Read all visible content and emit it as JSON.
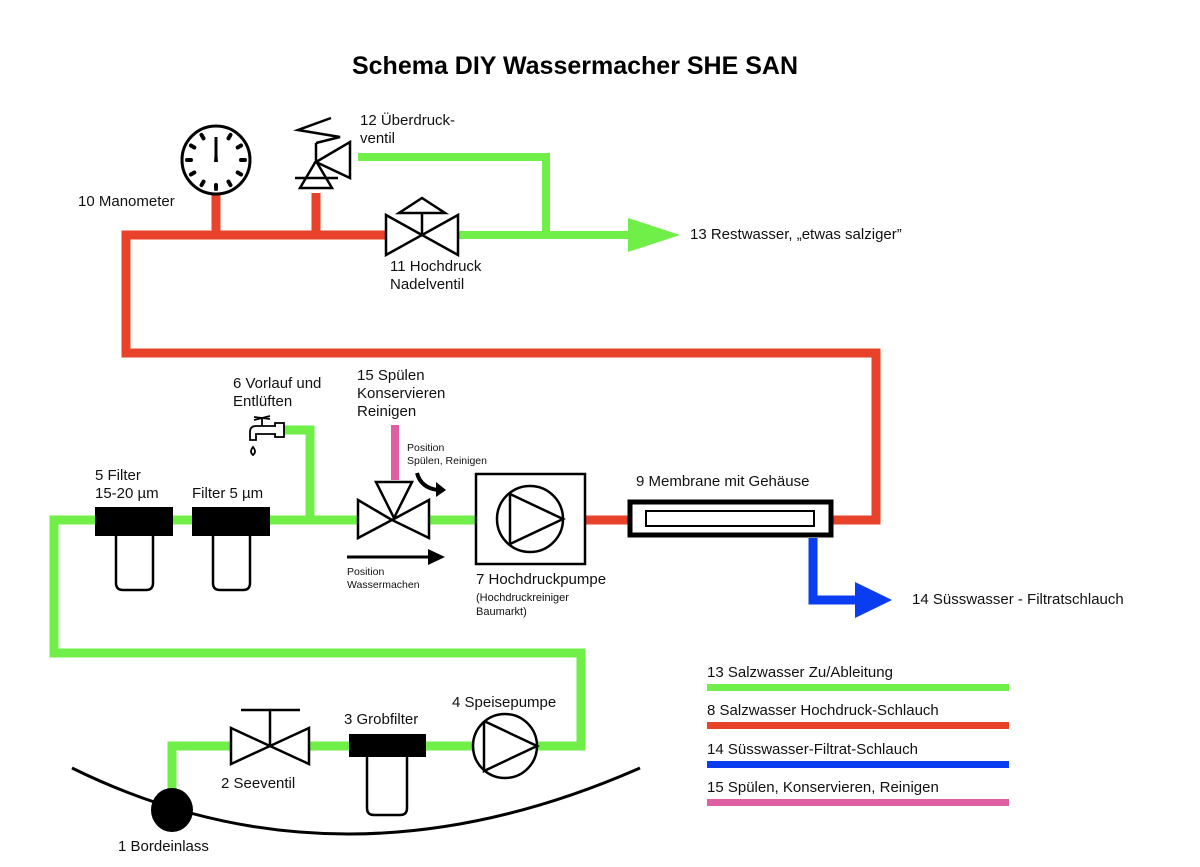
{
  "title": "Schema DIY Wassermacher SHE SAN",
  "colors": {
    "salt_water_line": "#6fef47",
    "high_pressure_line": "#e8432a",
    "fresh_water_line": "#0a3cf0",
    "rinse_line": "#e05fa3",
    "symbol": "#000000"
  },
  "components": {
    "bordeinlass": "1 Bordeinlass",
    "seeventil": "2 Seeventil",
    "grobfilter": "3 Grobfilter",
    "speisepumpe": "4 Speisepumpe",
    "filter_1": "5 Filter\n15-20 µm",
    "filter_2": "Filter 5 µm",
    "vorlauf": "6 Vorlauf und\nEntlüften",
    "hochdruckpumpe": "7 Hochdruckpumpe",
    "hochdruckpumpe_note": "(Hochdruckreiniger\nBaumarkt)",
    "membrane": "9 Membrane mit Gehäuse",
    "manometer": "10 Manometer",
    "nadelventil": "11 Hochdruck\nNadelventil",
    "ueberdruckventil": "12 Überdruck-\nventil",
    "restwasser": "13 Restwasser, „etwas salziger”",
    "suesswasser": "14 Süsswasser - Filtratschlauch",
    "spuelen": "15 Spülen\nKonservieren\nReinigen",
    "position_spuelen": "Position\nSpülen, Reinigen",
    "position_wassermachen": "Position\nWassermachen"
  },
  "legend": [
    {
      "label": "13 Salzwasser Zu/Ableitung",
      "color": "#6fef47"
    },
    {
      "label": "8 Salzwasser Hochdruck-Schlauch",
      "color": "#e8432a"
    },
    {
      "label": "14 Süsswasser-Filtrat-Schlauch",
      "color": "#0a3cf0"
    },
    {
      "label": "15 Spülen, Konservieren, Reinigen",
      "color": "#e05fa3"
    }
  ]
}
